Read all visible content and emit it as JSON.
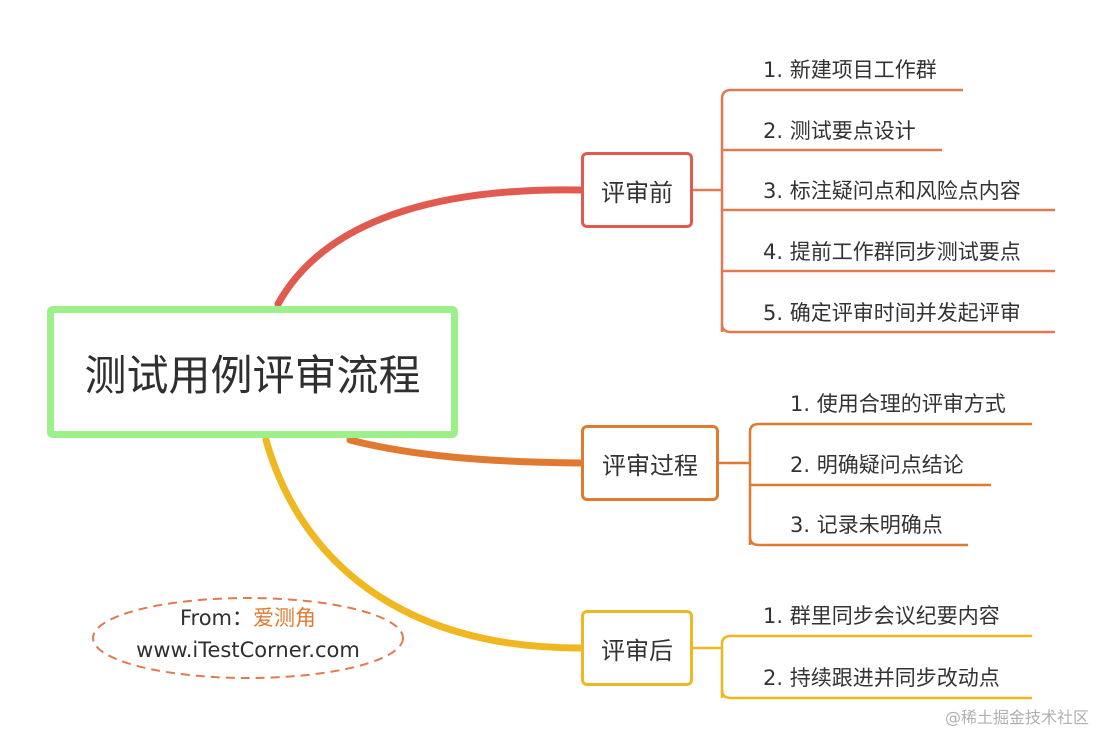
{
  "root": {
    "label": "测试用例评审流程"
  },
  "branches": [
    {
      "label": "评审前",
      "color": "#e05a50",
      "items": [
        "1. 新建项目工作群",
        "2. 测试要点设计",
        "3. 标注疑问点和风险点内容",
        "4. 提前工作群同步测试要点",
        "5. 确定评审时间并发起评审"
      ]
    },
    {
      "label": "评审过程",
      "color": "#e07a30",
      "items": [
        "1. 使用合理的评审方式",
        "2. 明确疑问点结论",
        "3. 记录未明确点"
      ]
    },
    {
      "label": "评审后",
      "color": "#f0b820",
      "items": [
        "1. 群里同步会议纪要内容",
        "2. 持续跟进并同步改动点"
      ]
    }
  ],
  "source": {
    "from_label": "From：",
    "from_name": "爱测角",
    "website": "www.iTestCorner.com",
    "border_color": "#e07a50",
    "highlight_color": "#e07a30"
  },
  "watermark": "@稀土掘金技术社区",
  "colors": {
    "root_border": "#9cf08a"
  }
}
